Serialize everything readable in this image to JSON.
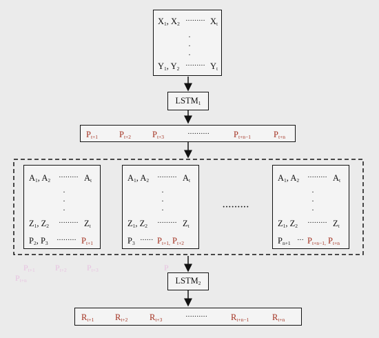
{
  "top_box": {
    "row1_left": "X1, X2",
    "row1_right": "Xt",
    "row2_left": "Y1, Y2",
    "row2_right": "Yt"
  },
  "lstm1": {
    "label": "LSTM1"
  },
  "p_row": {
    "items": [
      "Pt+1",
      "Pt+2",
      "Pt+3",
      "Pt+n−1",
      "Pt+n"
    ],
    "dots": "··········"
  },
  "windows": [
    {
      "row1_left": "A1, A2",
      "row1_right": "At",
      "row2_left": "Z1, Z2",
      "row2_right": "Zt",
      "row3_left": "P2, P3",
      "row3_right": "Pt+1"
    },
    {
      "row1_left": "A1, A2",
      "row1_right": "At",
      "row2_left": "Z1, Z2",
      "row2_right": "Zt",
      "row3_left": "P3",
      "row3_right": "Pt+1, Pt+2"
    },
    {
      "row1_left": "A1, A2",
      "row1_right": "At",
      "row2_left": "Z1, Z2",
      "row2_right": "Zt",
      "row3_left": "Pn+1",
      "row3_right": "Pt+n−1, Pt+n"
    }
  ],
  "between_windows_dots": "·········",
  "lstm2": {
    "label": "LSTM2"
  },
  "r_row": {
    "items": [
      "Rt+1",
      "Rt+2",
      "Rt+3",
      "Rt+n−1",
      "Rt+n"
    ],
    "dots": "··········"
  },
  "colors": {
    "accent": "#a2301f",
    "line": "#111111",
    "background": "#ebebeb",
    "ghost": "#e7c2e0"
  }
}
